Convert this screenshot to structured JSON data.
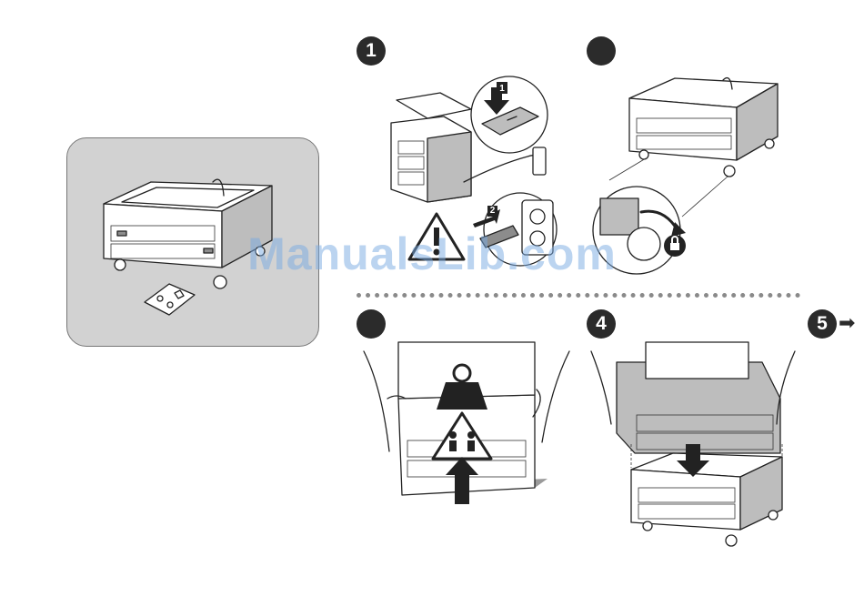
{
  "steps": [
    {
      "id": "step-1",
      "number": "1"
    },
    {
      "id": "step-2",
      "number": ""
    },
    {
      "id": "step-3",
      "number": ""
    },
    {
      "id": "step-4",
      "number": "4"
    }
  ],
  "next_step": {
    "number": "5",
    "arrow": "➡"
  },
  "switch_labels": {
    "step1": "1",
    "step2": "2"
  },
  "watermark": "ManualsLib.com",
  "colors": {
    "badge": "#2b2b2b",
    "panel": "#d2d2d2",
    "watermark": "#78aae1"
  }
}
